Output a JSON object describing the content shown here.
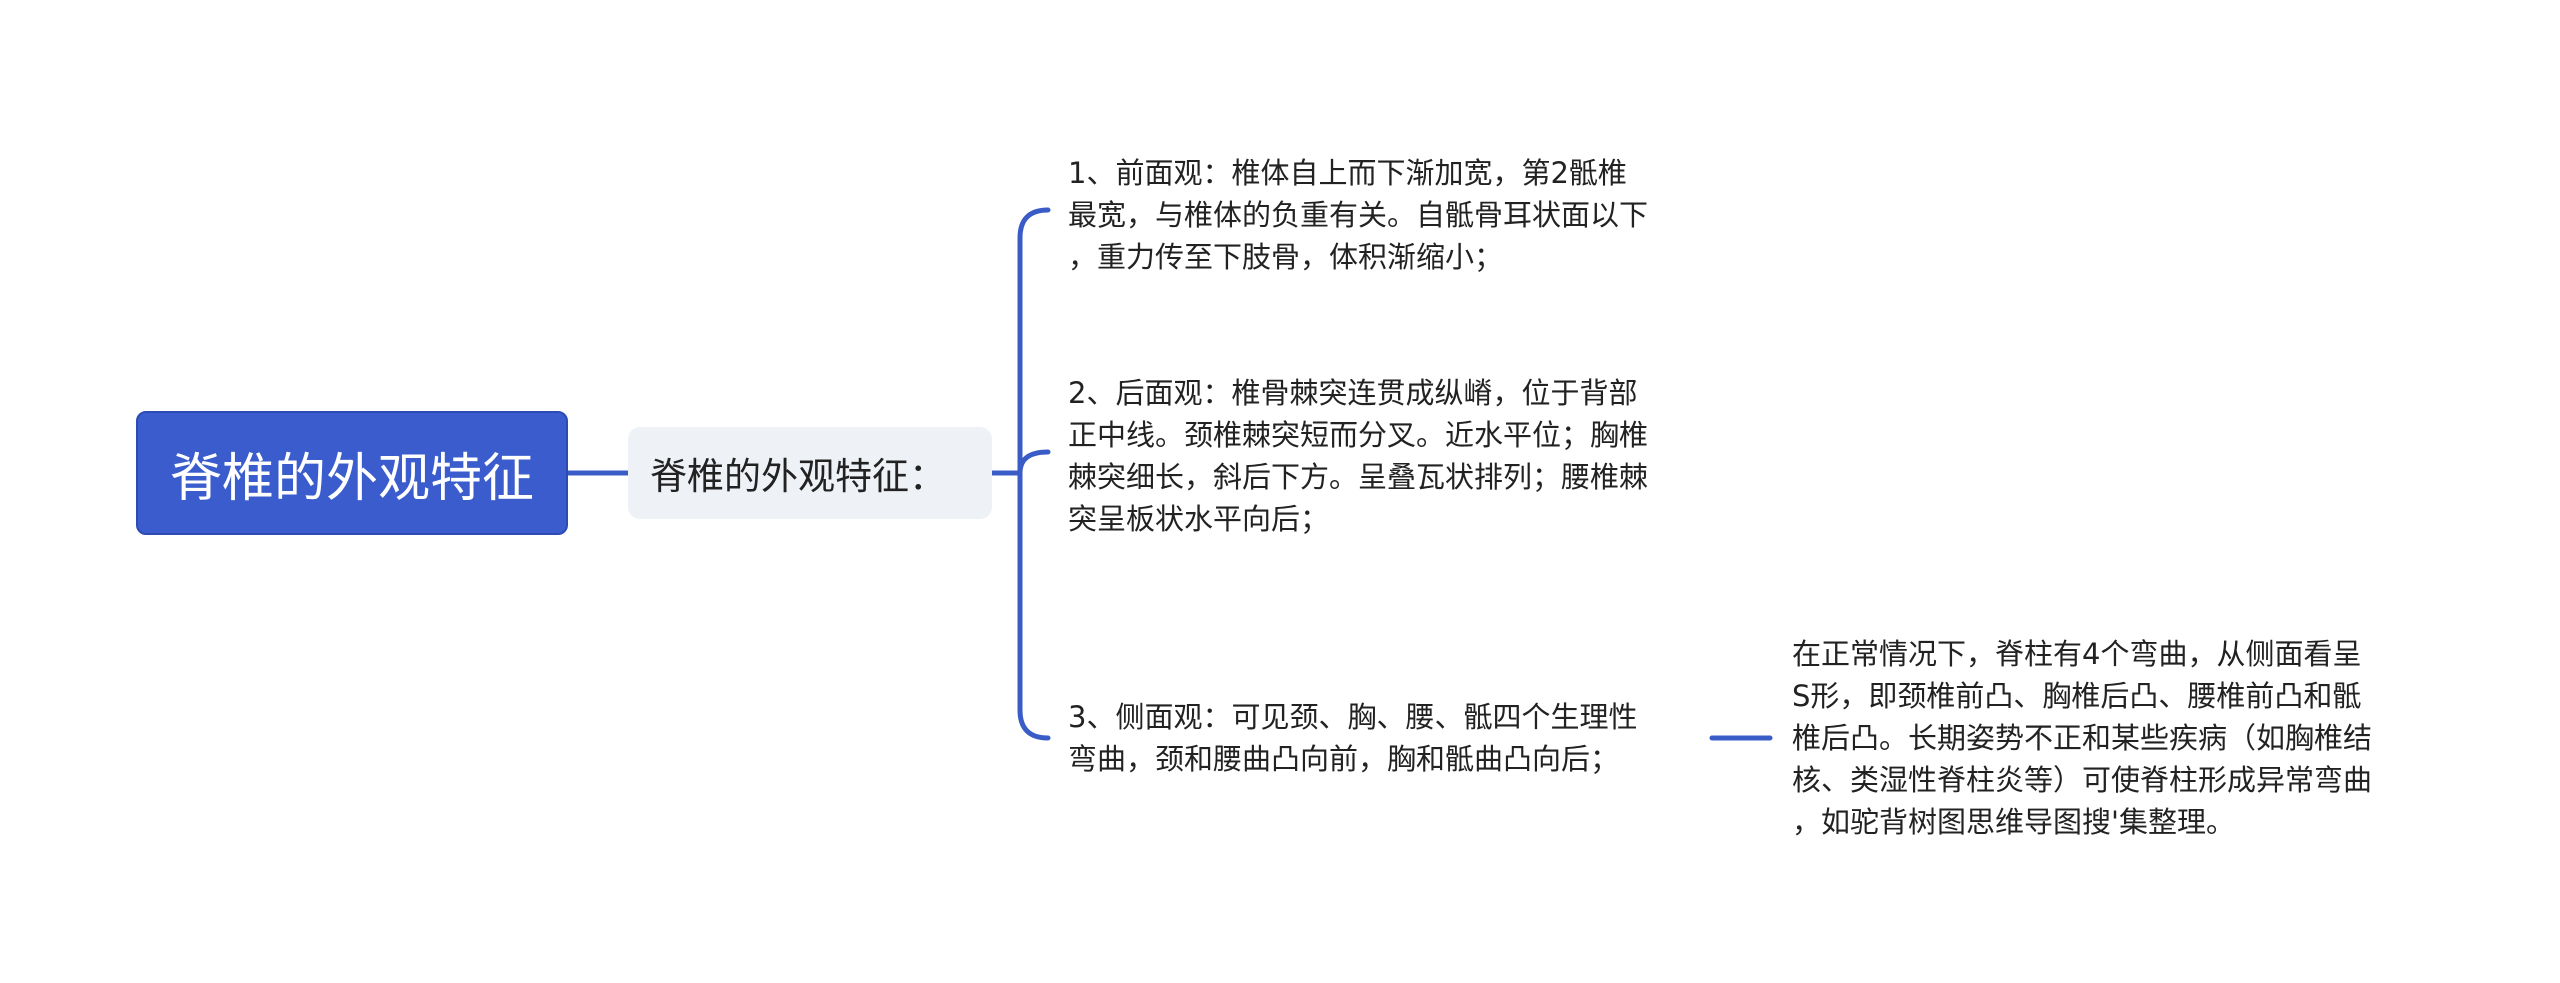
{
  "mindmap": {
    "root": {
      "label": "脊椎的外观特征"
    },
    "subtopic": {
      "label": "脊椎的外观特征："
    },
    "branches": [
      {
        "text": "1、前面观：椎体自上而下渐加宽，第2骶椎\n最宽，与椎体的负重有关。自骶骨耳状面以下\n，重力传至下肢骨，体积渐缩小；"
      },
      {
        "text": "2、后面观：椎骨棘突连贯成纵嵴，位于背部\n正中线。颈椎棘突短而分叉。近水平位；胸椎\n棘突细长，斜后下方。呈叠瓦状排列；腰椎棘\n突呈板状水平向后；"
      },
      {
        "text": "3、侧面观：可见颈、胸、腰、骶四个生理性\n弯曲，颈和腰曲凸向前，胸和骶曲凸向后；",
        "child": {
          "text": "在正常情况下，脊柱有4个弯曲，从侧面看呈\nS形，即颈椎前凸、胸椎后凸、腰椎前凸和骶\n椎后凸。长期姿势不正和某些疾病（如胸椎结\n核、类湿性脊柱炎等）可使脊柱形成异常弯曲\n，如驼背树图思维导图搜'集整理。"
        }
      }
    ],
    "colors": {
      "root_fill": "#3a5ccc",
      "connector": "#3a5cc7",
      "subtopic_fill": "#eef1f6",
      "text": "#222222"
    }
  }
}
